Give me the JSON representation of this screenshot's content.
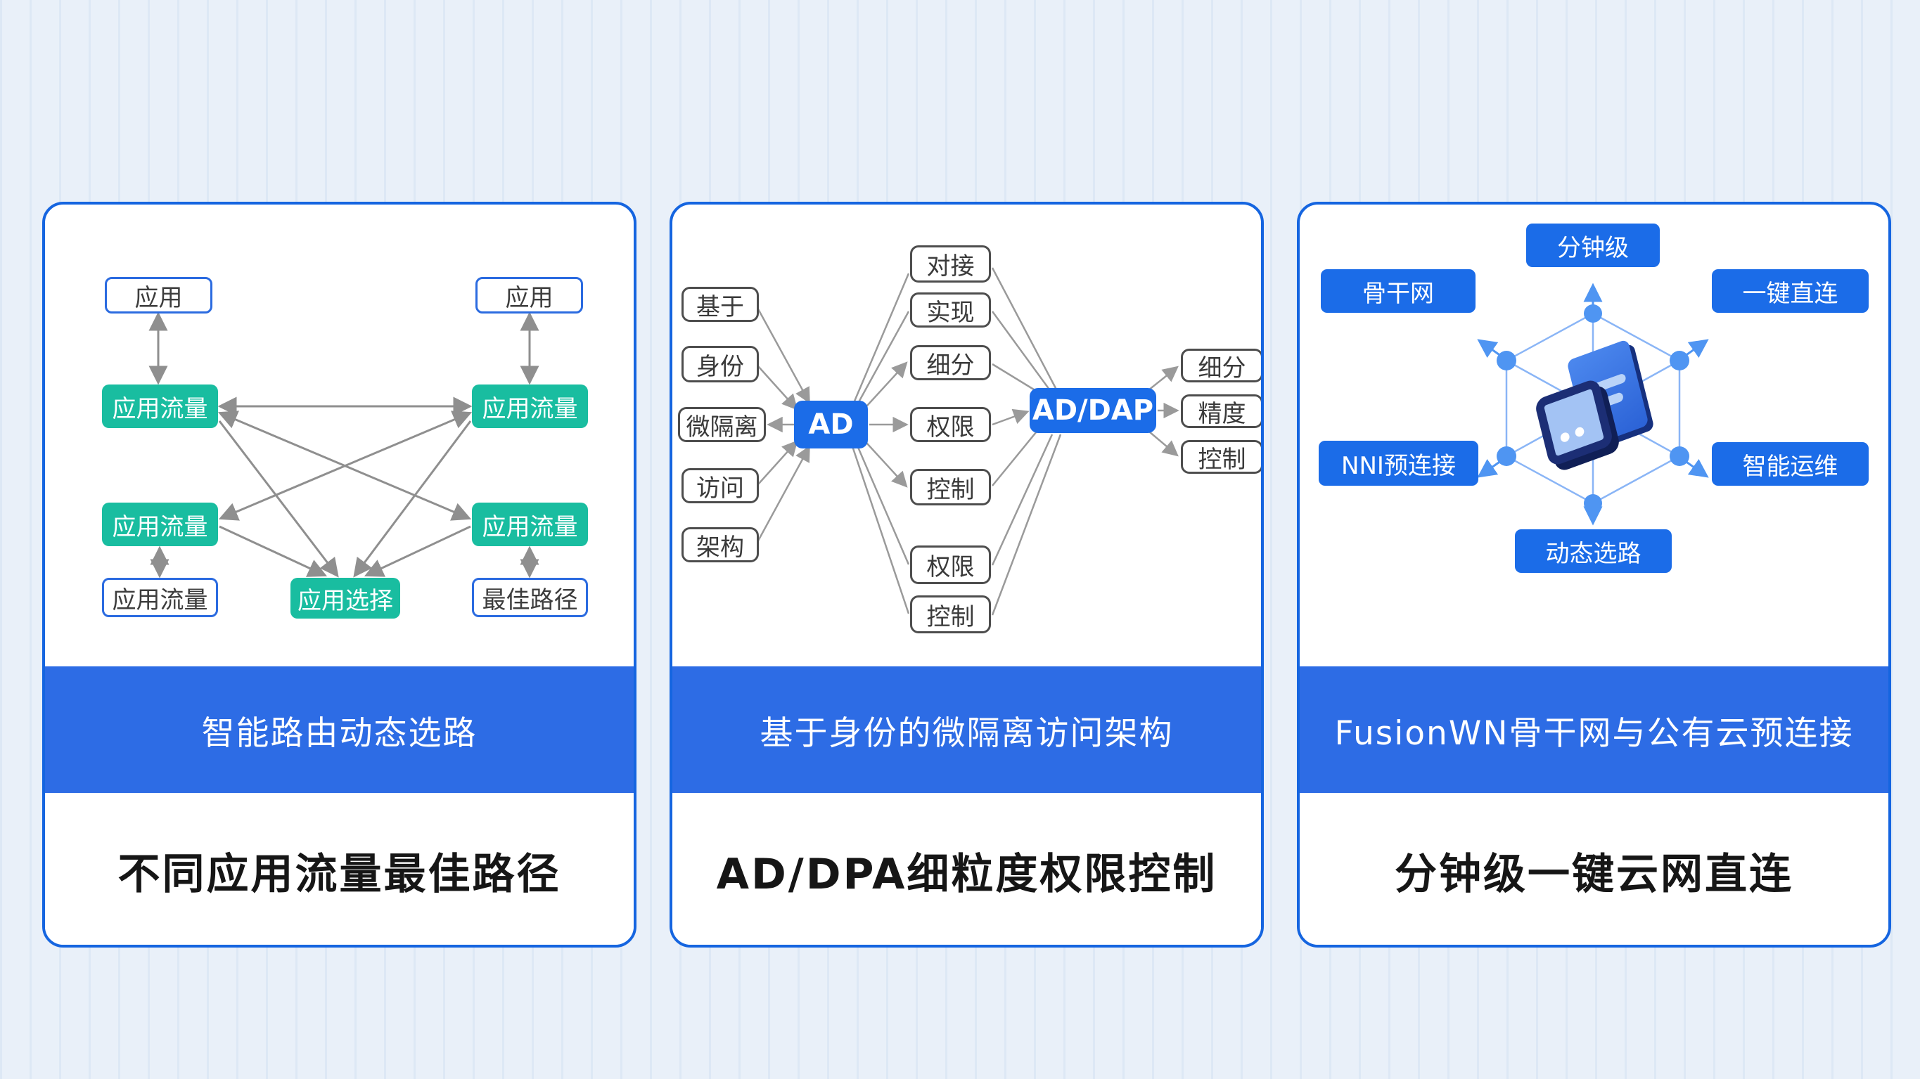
{
  "colors": {
    "page_bg": "#e9f0f9",
    "card_border": "#1565e0",
    "banner_blue": "#2d6ce5",
    "node_blue": "#1b6ce8",
    "green": "#19bda0",
    "line_gray": "#8f8f8f",
    "hex_blue": "#4f95f2",
    "caption_text": "#161616"
  },
  "icons": {
    "center_icon": "cloud-cards-icon"
  },
  "cards": [
    {
      "banner": "智能路由动态选路",
      "caption": "不同应用流量最佳路径",
      "nodes": {
        "app_left": "应用",
        "app_right": "应用",
        "flow_lt": "应用流量",
        "flow_rt": "应用流量",
        "flow_lb": "应用流量",
        "flow_rb": "应用流量",
        "flow_bottom": "应用流量",
        "select": "应用选择",
        "best_path": "最佳路径"
      }
    },
    {
      "banner": "基于身份的微隔离访问架构",
      "caption": "AD/DPA细粒度权限控制",
      "hub_left": "AD",
      "hub_right": "AD/DAP",
      "left_nodes": [
        "基于",
        "身份",
        "微隔离",
        "访问",
        "架构"
      ],
      "mid_nodes": [
        "对接",
        "实现",
        "细分",
        "权限",
        "控制",
        "权限",
        "控制"
      ],
      "right_nodes": [
        "细分",
        "精度",
        "控制"
      ]
    },
    {
      "banner": "FusionWN骨干网与公有云预连接",
      "caption": "分钟级一键云网直连",
      "labels": {
        "top": "分钟级",
        "top_left": "骨干网",
        "top_right": "一键直连",
        "bottom_left": "NNI预连接",
        "bottom_right": "智能运维",
        "bottom": "动态选路"
      }
    }
  ]
}
